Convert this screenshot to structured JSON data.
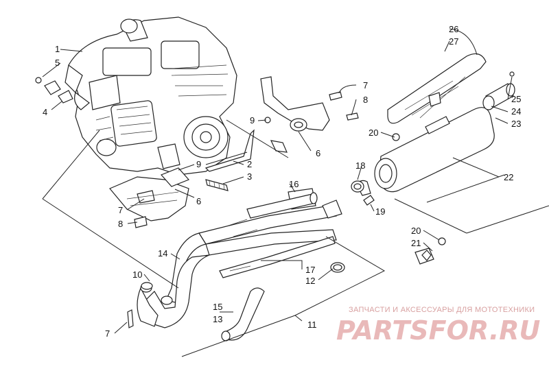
{
  "diagram": {
    "callouts": [
      "1",
      "5",
      "4",
      "7",
      "8",
      "9",
      "6",
      "2",
      "3",
      "9",
      "6",
      "7",
      "8",
      "16",
      "14",
      "10",
      "7",
      "15",
      "13",
      "11",
      "17",
      "12",
      "18",
      "19",
      "20",
      "21",
      "22",
      "20",
      "23",
      "24",
      "25",
      "26",
      "27"
    ]
  },
  "watermark": {
    "subtitle": "ЗАПЧАСТИ И АКСЕССУАРЫ ДЛЯ МОТОТЕХНИКИ",
    "logo": "PARTSFOR.RU",
    "color": "#e9b9b9"
  }
}
